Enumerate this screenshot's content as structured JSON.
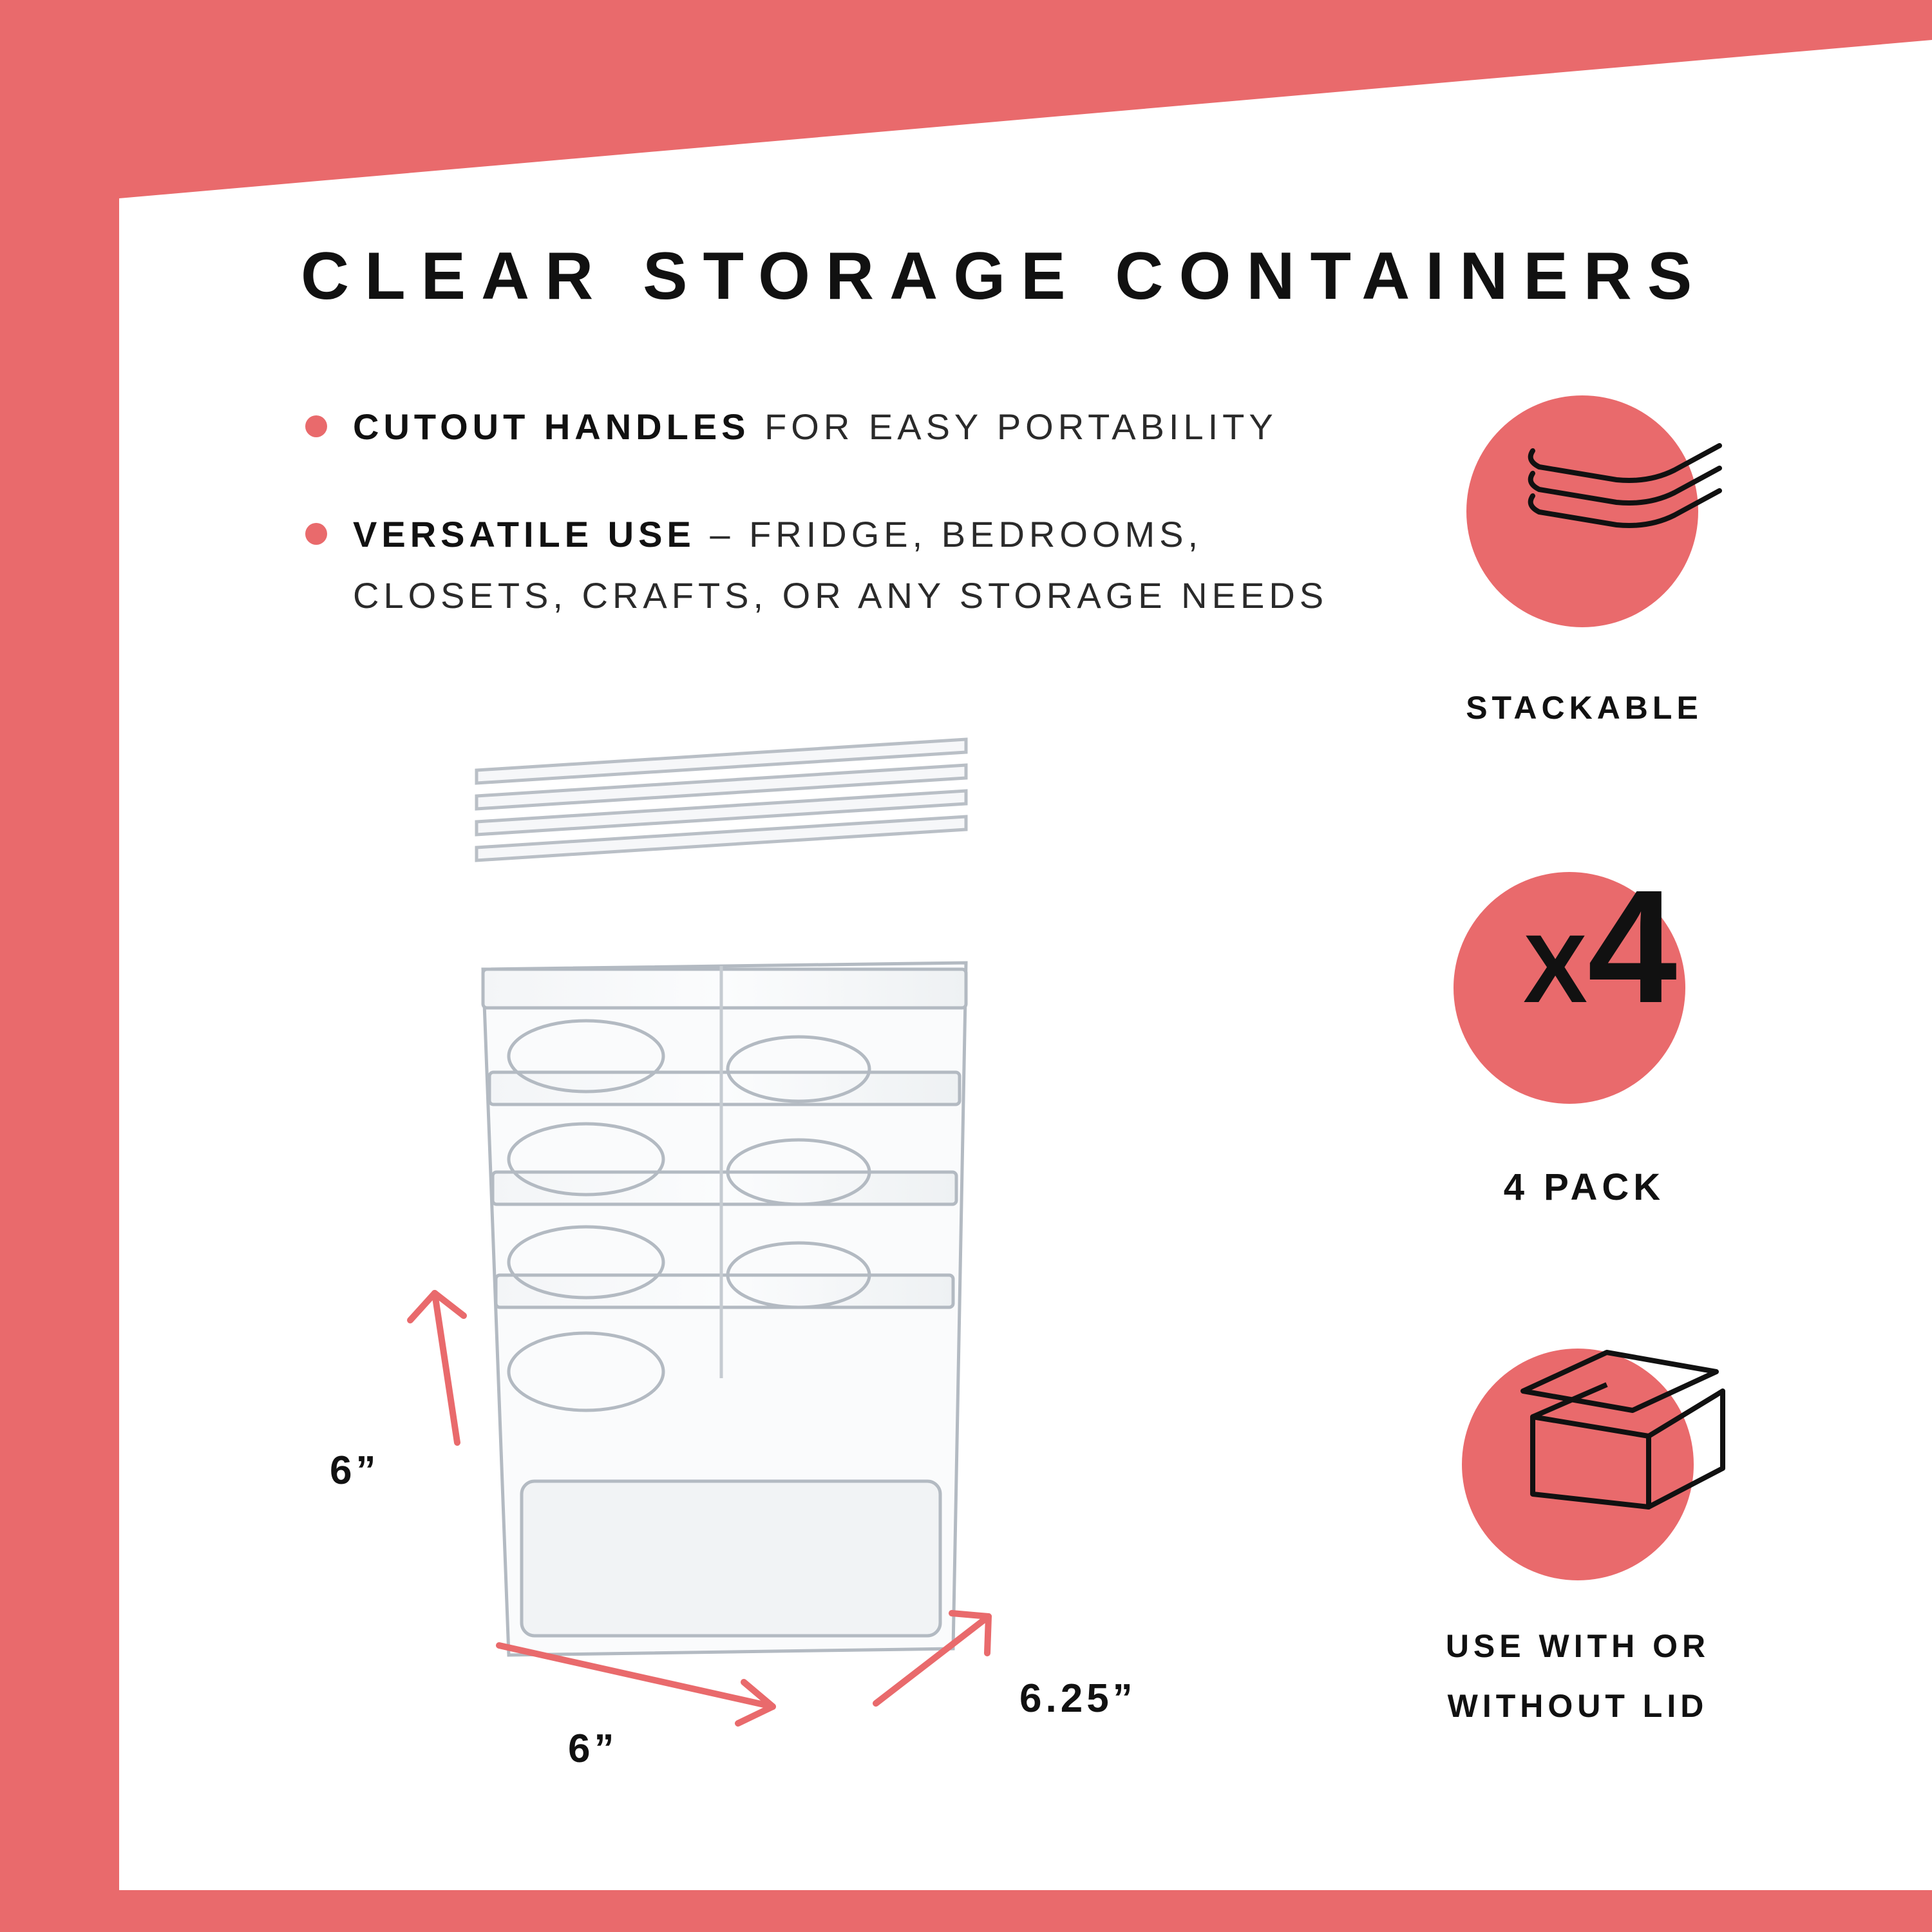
{
  "header": {
    "title": "CLEAR STORAGE CONTAINERS"
  },
  "bullets": [
    {
      "bold": "CUTOUT HANDLES",
      "text": "FOR EASY PORTABILITY"
    },
    {
      "bold": "VERSATILE USE",
      "text": "– FRIDGE, BEDROOMS,",
      "text_line2": "CLOSETS, CRAFTS, OR ANY STORAGE NEEDS"
    }
  ],
  "features": [
    {
      "icon": "stack-layers-icon",
      "label": "STACKABLE"
    },
    {
      "icon": "x4-icon",
      "badge_prefix": "X",
      "badge_number": "4",
      "label": "4 PACK"
    },
    {
      "icon": "box-lid-icon",
      "label_line1": "USE WITH OR",
      "label_line2": "WITHOUT LID"
    }
  ],
  "dimensions": {
    "height": "6”",
    "width": "6”",
    "depth": "6.25”"
  },
  "colors": {
    "accent": "#e96a6c",
    "text": "#111111",
    "background": "#ffffff"
  }
}
